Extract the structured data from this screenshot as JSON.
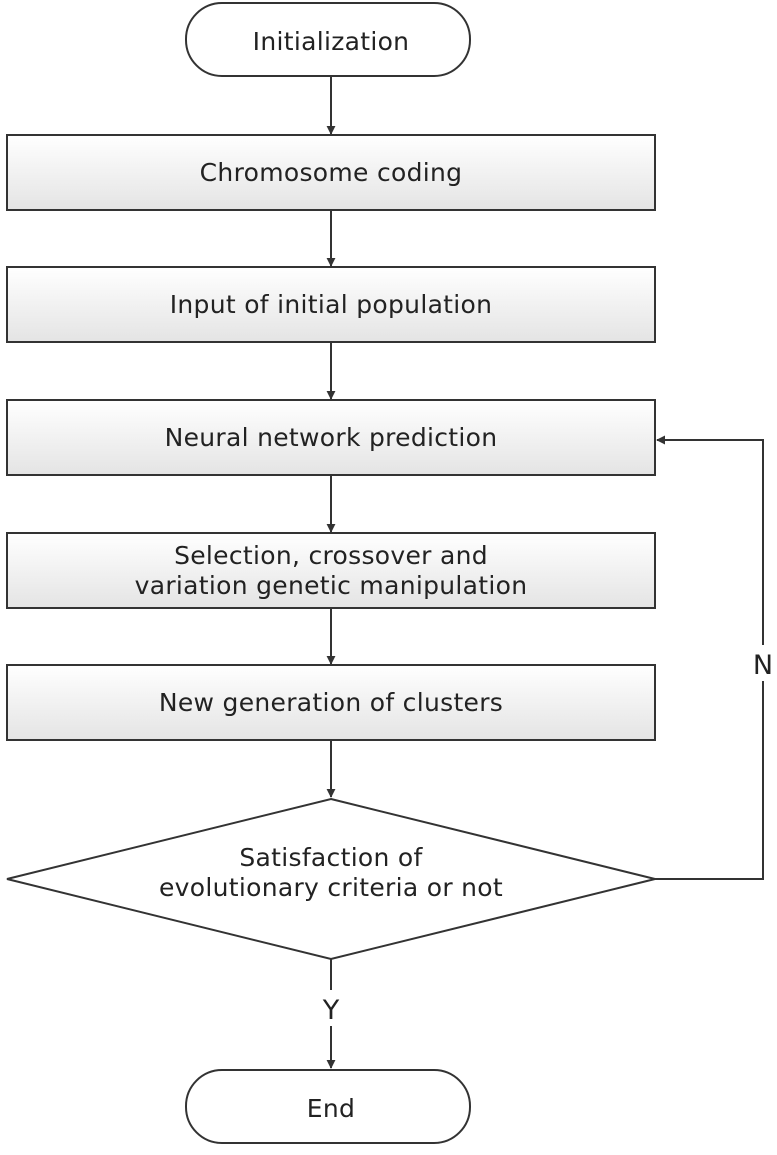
{
  "diagram": {
    "nodes": {
      "initialization": "Initialization",
      "chromosome_coding": "Chromosome coding",
      "input_initial_population": "Input of initial population",
      "neural_network_prediction": "Neural network prediction",
      "selection_line1": "Selection, crossover and",
      "selection_line2": "variation genetic manipulation",
      "new_generation": "New generation of clusters",
      "decision_line1": "Satisfaction of",
      "decision_line2": "evolutionary criteria or not",
      "end": "End"
    },
    "edges": {
      "no_label": "N",
      "yes_label": "Y"
    }
  }
}
